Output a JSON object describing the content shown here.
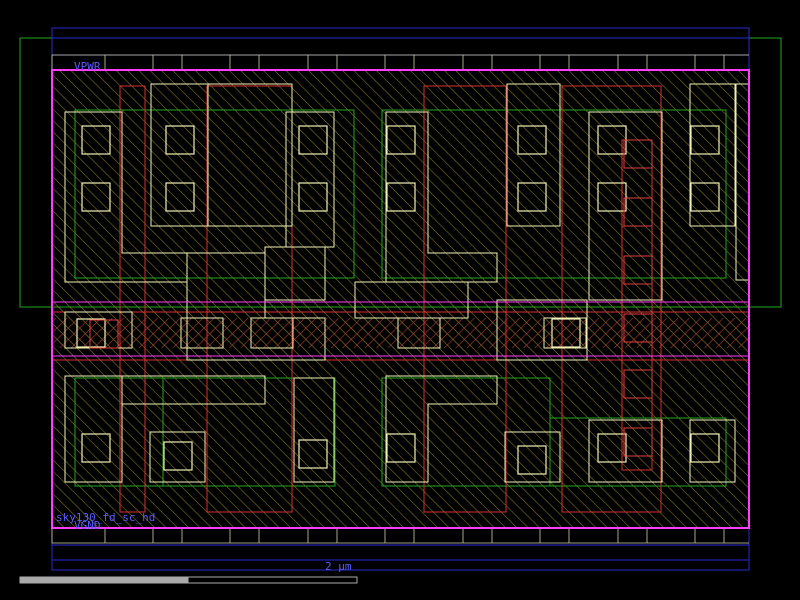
{
  "labels": {
    "vpwr": "VPWR",
    "vgnd": "VGND",
    "cell": "sky130_fd_sc_hd",
    "scale": "2 µm"
  },
  "scale_bar": {
    "fill_fraction": 0.5
  },
  "colors": {
    "background": "#000000",
    "nwell": "#1fa81f",
    "diff": "#f0f0b4",
    "poly": "#d83030",
    "licon": "#f0f0b4",
    "li_hatch": "#b8a83a",
    "poly_hatch": "#c04040",
    "met1": "#2a2ad0",
    "boundary": "#ff3cff",
    "mcon": "#e04040",
    "label": "#5a5aff",
    "scale_bar": "#aaaaaa"
  },
  "layers": [
    "nwell",
    "diff",
    "poly",
    "licon",
    "li1",
    "mcon",
    "met1",
    "boundary"
  ]
}
